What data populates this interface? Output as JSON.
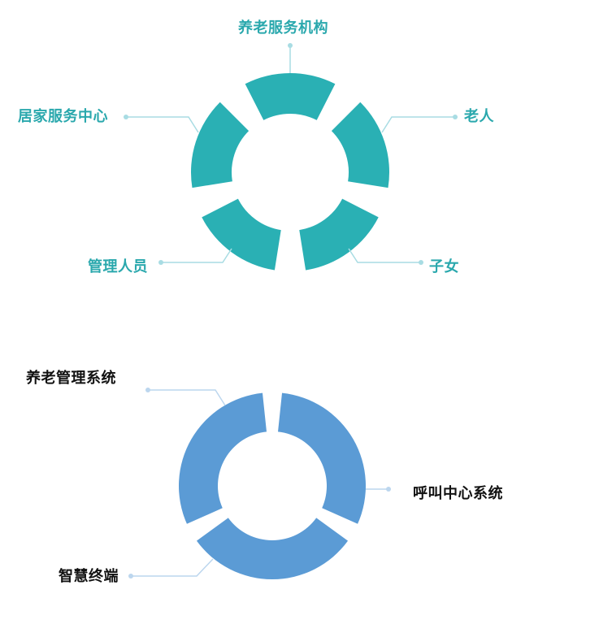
{
  "ring_top": {
    "color": "#2ab0b4",
    "leader_color": "#a8dce3",
    "segments": [
      {
        "label": "养老服务机构"
      },
      {
        "label": "老人"
      },
      {
        "label": "子女"
      },
      {
        "label": "管理人员"
      },
      {
        "label": "居家服务中心"
      }
    ]
  },
  "ring_bottom": {
    "color": "#5b9bd5",
    "leader_color": "#bcd6ee",
    "segments": [
      {
        "label": "养老管理系统"
      },
      {
        "label": "呼叫中心系统"
      },
      {
        "label": "智慧终端"
      }
    ]
  }
}
